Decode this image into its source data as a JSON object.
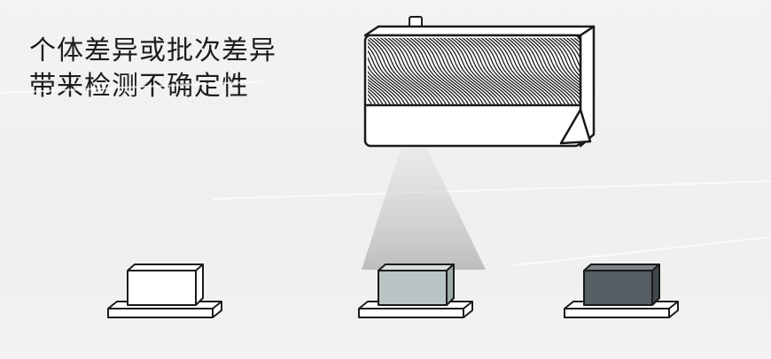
{
  "caption": {
    "line1": "个体差异或批次差异",
    "line2": "带来检测不确定性"
  },
  "colors": {
    "outline": "#1a1a1a",
    "box_light": "#ffffff",
    "box_medium": "#b9c5c4",
    "box_dark": "#555f63",
    "beam": "#c8c8c8",
    "background": "#f1f1f1"
  },
  "objects": [
    {
      "name": "light-sample",
      "shade": "light"
    },
    {
      "name": "medium-sample",
      "shade": "medium"
    },
    {
      "name": "dark-sample",
      "shade": "dark"
    }
  ]
}
